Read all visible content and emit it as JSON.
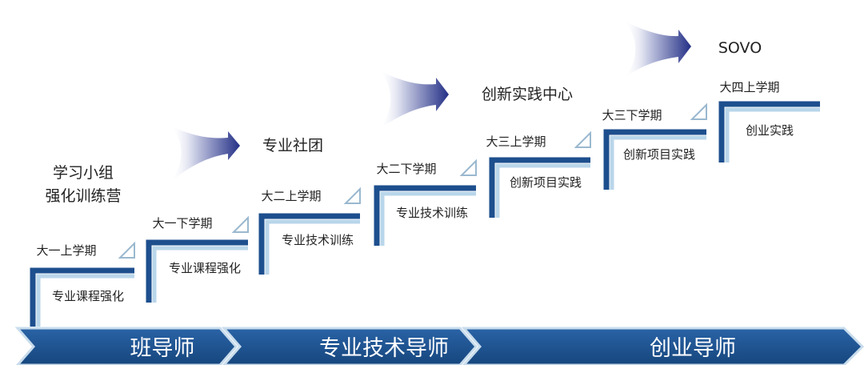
{
  "colors": {
    "step_dark": "#1d4f8e",
    "step_light": "#b9d6ea",
    "band": "#1b4f8a",
    "band_light": "#c8dcec",
    "arrow": "#232f86",
    "text": "#222222"
  },
  "steps": [
    {
      "term": "大一上学期",
      "course": "专业课程强化"
    },
    {
      "term": "大一下学期",
      "course": "专业课程强化"
    },
    {
      "term": "大二上学期",
      "course": "专业技术训练"
    },
    {
      "term": "大二下学期",
      "course": "专业技术训练"
    },
    {
      "term": "大三上学期",
      "course": "创新项目实践"
    },
    {
      "term": "大三下学期",
      "course": "创新项目实践"
    },
    {
      "term": "大四上学期",
      "course": "创业实践"
    }
  ],
  "goals": {
    "g1_line1": "学习小组",
    "g1_line2": "强化训练营",
    "g2": "专业社团",
    "g3": "创新实践中心",
    "g4": "SOVO"
  },
  "mentors": [
    {
      "label": "班导师"
    },
    {
      "label": "专业技术导师"
    },
    {
      "label": "创业导师"
    }
  ]
}
